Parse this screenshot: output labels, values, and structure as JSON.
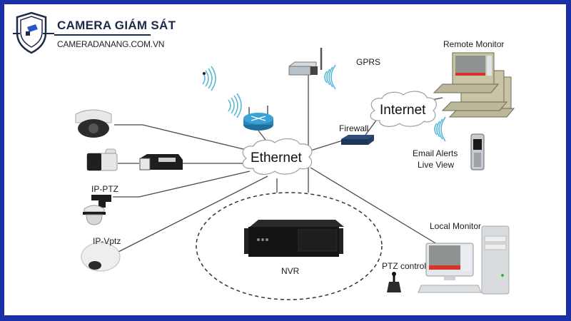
{
  "brand": {
    "title": "CAMERA GIÁM SÁT",
    "url": "CAMERADANANG.COM.VN",
    "logo_icon": "shield-camera-icon"
  },
  "diagram": {
    "hub": "Ethernet",
    "cloud": "Internet",
    "nodes": {
      "gprs": "GPRS",
      "remote_monitor": "Remote Monitor",
      "firewall": "Firewall",
      "email_alerts": "Email Alerts",
      "live_view": "Live View",
      "ip_ptz": "IP-PTZ",
      "ip_vptz": "IP-Vptz",
      "nvr": "NVR",
      "local_monitor": "Local Monitor",
      "ptz_control": "PTZ control"
    },
    "edges": [
      [
        "dome-camera",
        "Ethernet"
      ],
      [
        "encoder",
        "Ethernet"
      ],
      [
        "ip-ptz-camera",
        "Ethernet"
      ],
      [
        "ip-vptz-camera",
        "Ethernet"
      ],
      [
        "wireless-router",
        "Ethernet"
      ],
      [
        "gprs-modem",
        "Ethernet"
      ],
      [
        "Ethernet",
        "Firewall"
      ],
      [
        "Firewall",
        "Internet"
      ],
      [
        "Internet",
        "Remote Monitor"
      ],
      [
        "Ethernet",
        "NVR"
      ],
      [
        "Ethernet",
        "Local Monitor"
      ]
    ],
    "colors": {
      "frame": "#1a2fa8",
      "wireless": "#5ab8d8",
      "line": "#444444"
    }
  }
}
